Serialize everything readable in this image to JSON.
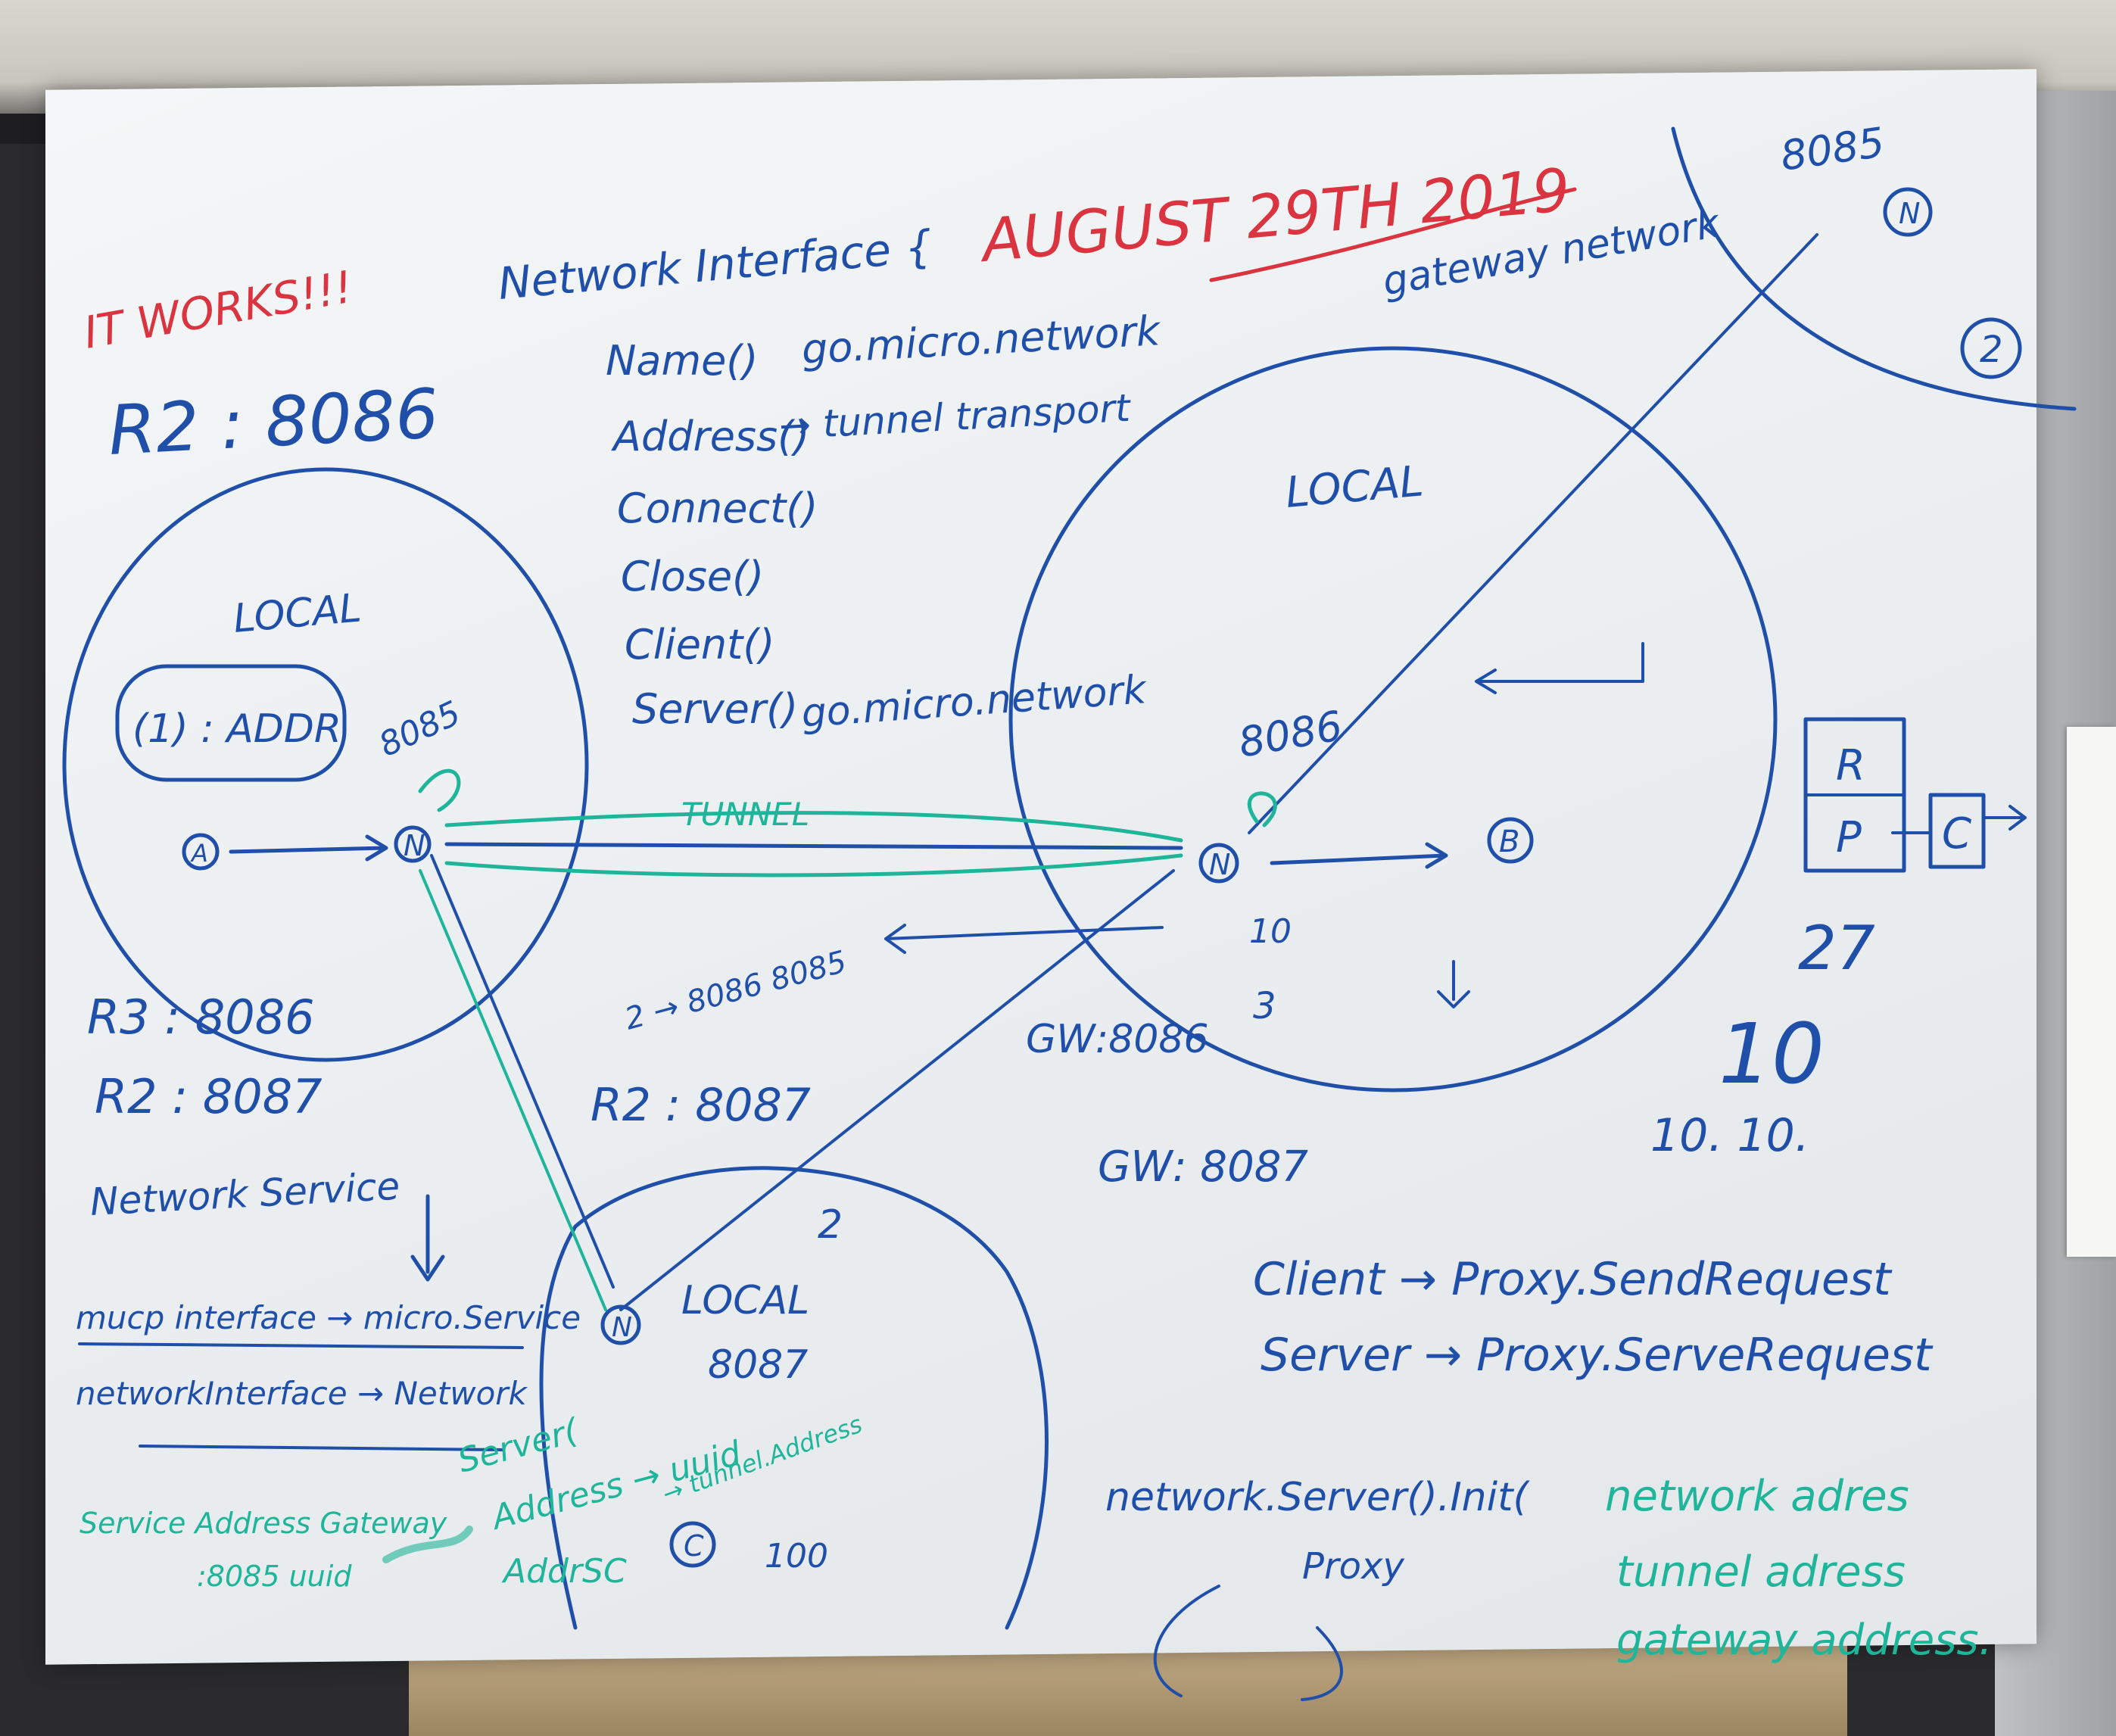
{
  "title": {
    "it_works": "IT WORKS!!!",
    "date": "AUGUST 29TH 2019",
    "network_interface": "Network Interface {"
  },
  "interface_methods": [
    "Name()",
    "Address()",
    "Connect()",
    "Close()",
    "Client()",
    "Server()"
  ],
  "method_notes": {
    "name": "go.micro.network",
    "address": "→ tunnel transport",
    "server": "go.micro.network"
  },
  "left_cluster": {
    "r2_top": "R2 : 8086",
    "local": "LOCAL",
    "box": "(1) : ADDR",
    "port": "8085",
    "node_a": "A",
    "node": "N",
    "r3": "R3 : 8086",
    "r2_bottom": "R2 : 8087"
  },
  "tunnel_label": "TUNNEL",
  "middle": {
    "routes": "2 → 8086 8085",
    "r2": "R2 : 8087"
  },
  "right_cluster": {
    "gateway": "gateway network",
    "local": "LOCAL",
    "port": "8086",
    "node": "N",
    "node_b": "B",
    "label_10": "10",
    "label_3": "3",
    "gw1": "GW:8086",
    "gw2": "GW: 8087"
  },
  "corner": {
    "port": "8085",
    "node": "N",
    "two": "2"
  },
  "rpc_diagram": {
    "r": "R",
    "p": "P",
    "c": "C",
    "n27": "27",
    "n10": "10",
    "n10_10": "10. 10."
  },
  "network_service": {
    "heading": "Network Service",
    "line1": "mucp interface → micro.Service",
    "line2": "networkInterface → Network"
  },
  "bottom_cluster": {
    "local": "LOCAL",
    "port": "8087",
    "two": "2",
    "node_c": "C",
    "label_100": "100",
    "server_text": "Server(",
    "address_text": "Address → uuid",
    "tunnel_addr": "→ tunnel.Address",
    "addr_sc": "AddrSC"
  },
  "teal_note": {
    "line1": "Service Address Gateway",
    "line2": ":8085 uuid"
  },
  "proxy": {
    "client": "Client → Proxy.SendRequest",
    "server": "Server → Proxy.ServeRequest",
    "init": "network.Server().Init(",
    "proxy": "Proxy",
    "teal1": "network adres",
    "teal2": "tunnel adress",
    "teal3": "gateway address."
  },
  "colors": {
    "marker_blue": "#1f4fa8",
    "marker_red": "#d9343f",
    "marker_teal": "#1fb59a",
    "board": "#eef1f3"
  }
}
